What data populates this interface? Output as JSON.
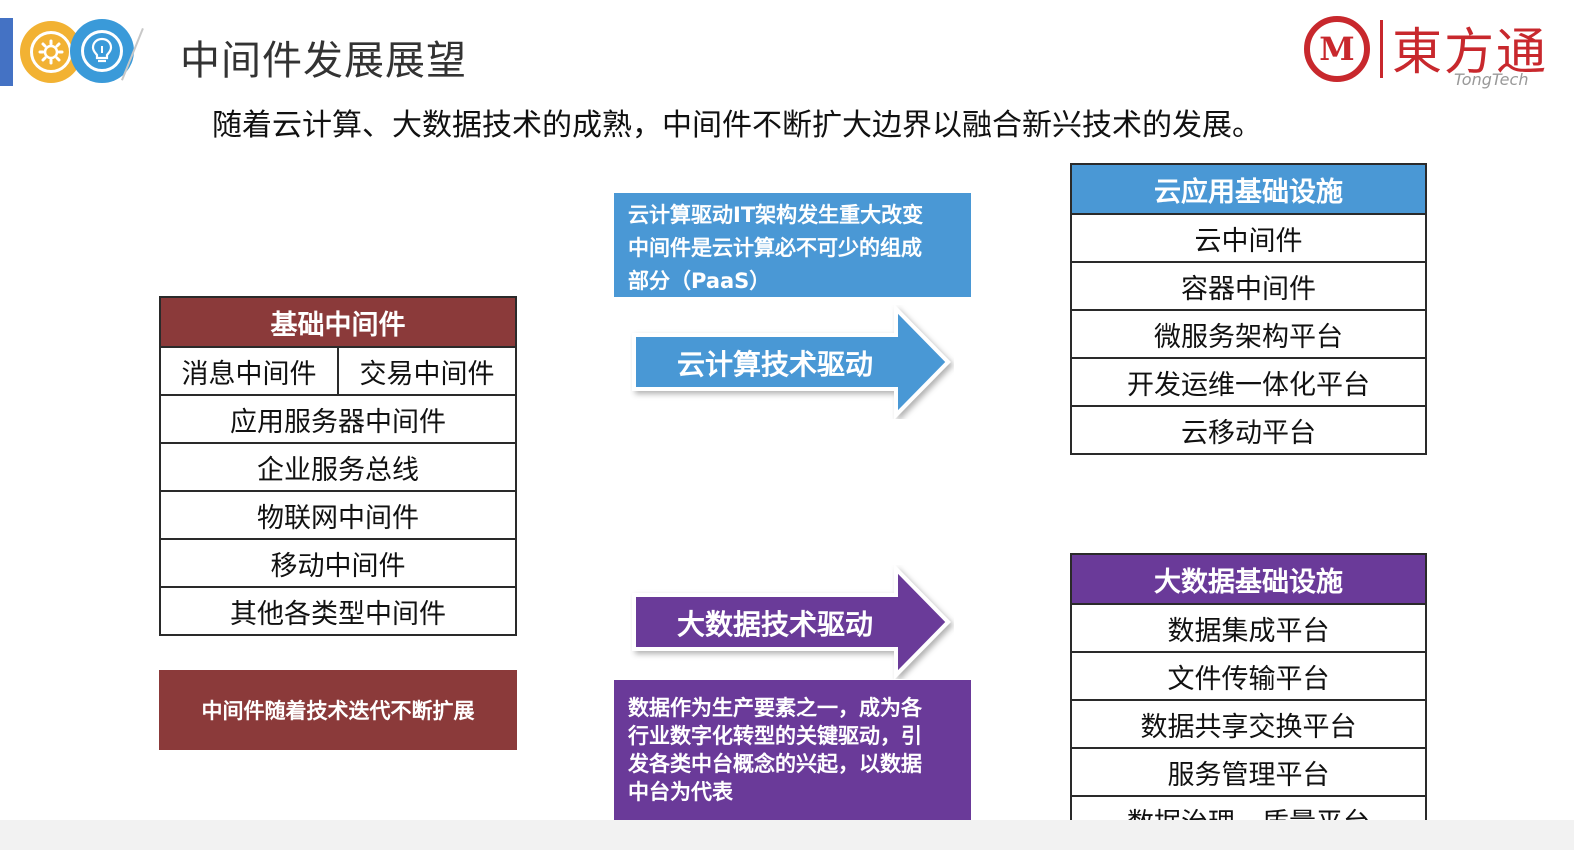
{
  "header": {
    "title": "中间件发展展望",
    "icons": [
      "gear-icon",
      "lightbulb-icon"
    ],
    "accent_color": "#4472c4"
  },
  "logo": {
    "mark": "M",
    "name": "東方通",
    "sub": "TongTech",
    "color": "#c8282d"
  },
  "headline": "随着云计算、大数据技术的成熟，中间件不断扩大边界以融合新兴技术的发展。",
  "basic_middleware": {
    "title": "基础中间件",
    "pair": [
      "消息中间件",
      "交易中间件"
    ],
    "items": [
      "应用服务器中间件",
      "企业服务总线",
      "物联网中间件",
      "移动中间件",
      "其他各类型中间件"
    ],
    "color": "#8b3a3a"
  },
  "evolution_note": "中间件随着技术迭代不断扩展",
  "cloud": {
    "note_lines": [
      "云计算驱动IT架构发生重大改变",
      "中间件是云计算必不可少的组成",
      "部分（PaaS）"
    ],
    "arrow_label": "云计算技术驱动",
    "title": "云应用基础设施",
    "items": [
      "云中间件",
      "容器中间件",
      "微服务架构平台",
      "开发运维一体化平台",
      "云移动平台"
    ],
    "color": "#4a98d5"
  },
  "bigdata": {
    "arrow_label": "大数据技术驱动",
    "note_lines": [
      "数据作为生产要素之一，成为各",
      "行业数字化转型的关键驱动，引",
      "发各类中台概念的兴起，以数据",
      "中台为代表"
    ],
    "title": "大数据基础设施",
    "items": [
      "数据集成平台",
      "文件传输平台",
      "数据共享交换平台",
      "服务管理平台",
      "数据治理、质量平台"
    ],
    "color": "#6a3a99"
  }
}
